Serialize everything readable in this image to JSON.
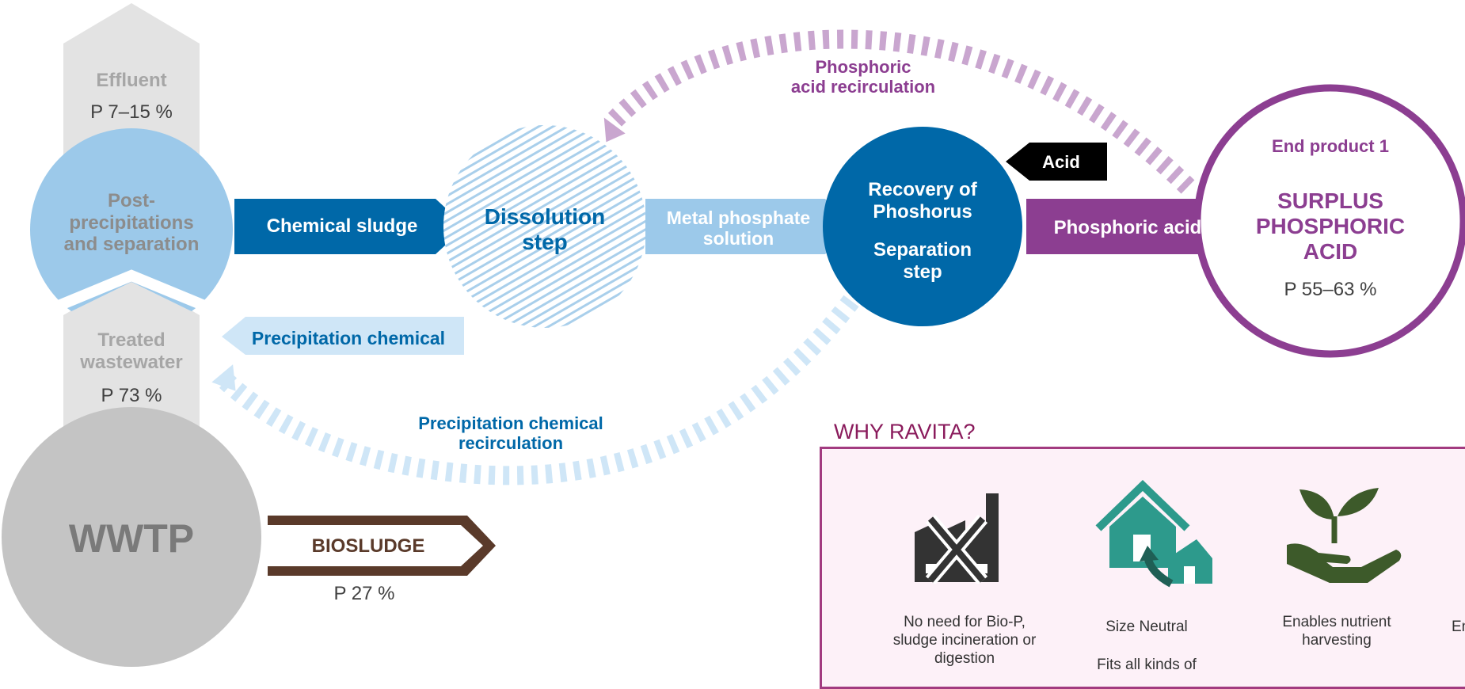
{
  "diagram": {
    "effluent": {
      "title": "Effluent",
      "value": "P 7–15 %"
    },
    "post_precipitation": {
      "label": "Post-\nprecipitations\nand separation"
    },
    "treated_wastewater": {
      "title": "Treated\nwastewater",
      "value": "P 73 %"
    },
    "wwtp": {
      "label": "WWTP"
    },
    "biosludge": {
      "label": "BIOSLUDGE",
      "value": "P 27 %"
    },
    "chemical_sludge": {
      "label": "Chemical sludge"
    },
    "precipitation_chemical": {
      "label": "Precipitation chemical"
    },
    "precipitation_chemical_recirculation": {
      "label": "Precipitation chemical\nrecirculation"
    },
    "dissolution": {
      "label": "Dissolution\nstep"
    },
    "metal_phosphate": {
      "label": "Metal phosphate\nsolution"
    },
    "recovery": {
      "label1": "Recovery of\nPhoshorus",
      "label2": "Separation\nstep"
    },
    "acid": {
      "label": "Acid"
    },
    "phosphoric_acid_arrow": {
      "label": "Phosphoric acid"
    },
    "phosphoric_acid_recirculation": {
      "label": "Phosphoric\nacid recirculation"
    },
    "end_product": {
      "caption": "End product 1",
      "title": "SURPLUS\nPHOSPHORIC\nACID",
      "value": "P 55–63 %"
    }
  },
  "why": {
    "title": "WHY RAVITA?",
    "items": [
      {
        "icon": "factory-crossed-icon",
        "text": "No need for Bio-P,\nsludge incineration or\ndigestion"
      },
      {
        "icon": "houses-icon",
        "text": "Size Neutral",
        "text2": "Fits all kinds of"
      },
      {
        "icon": "plant-in-hand-icon",
        "text": "Enables nutrient\nharvesting"
      },
      {
        "icon": "partial-item",
        "text": "En"
      }
    ]
  },
  "colors": {
    "dark_blue": "#0068a8",
    "light_blue": "#9cc9ea",
    "pale_blue": "#cfe6f7",
    "purple": "#8c3e91",
    "light_purple": "#c9a6cf",
    "gray": "#c4c4c4",
    "light_gray": "#e3e3e3",
    "brown": "#5a3a2a",
    "why_border": "#a23b80",
    "why_bg": "#fdf1f8"
  }
}
